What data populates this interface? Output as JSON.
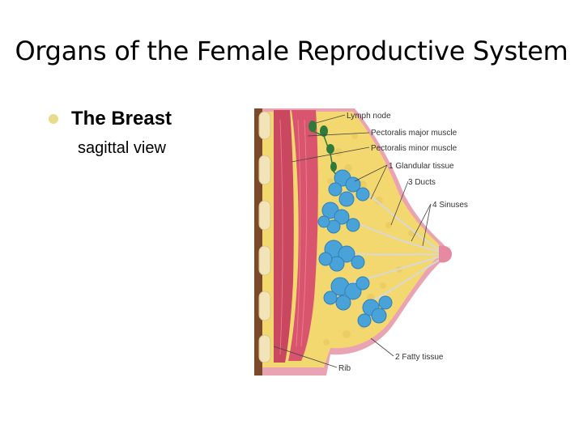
{
  "slide": {
    "title": "Organs of the Female Reproductive System",
    "bullet": "The Breast",
    "subtext": "sagittal view"
  },
  "figure": {
    "labels": {
      "lymph_node": "Lymph node",
      "pectoralis_major": "Pectoralis major muscle",
      "pectoralis_minor": "Pectoralis minor muscle",
      "glandular": "1 Glandular tissue",
      "ducts": "3 Ducts",
      "sinuses": "4 Sinuses",
      "fatty": "2 Fatty tissue",
      "rib": "Rib"
    },
    "colors": {
      "muscle": "#d9556d",
      "fat": "#f3d870",
      "lobule": "#4aa3d8",
      "rib": "#f1e4b8",
      "skin": "#e9a3b2",
      "bone_edge": "#7a4a2a"
    }
  }
}
